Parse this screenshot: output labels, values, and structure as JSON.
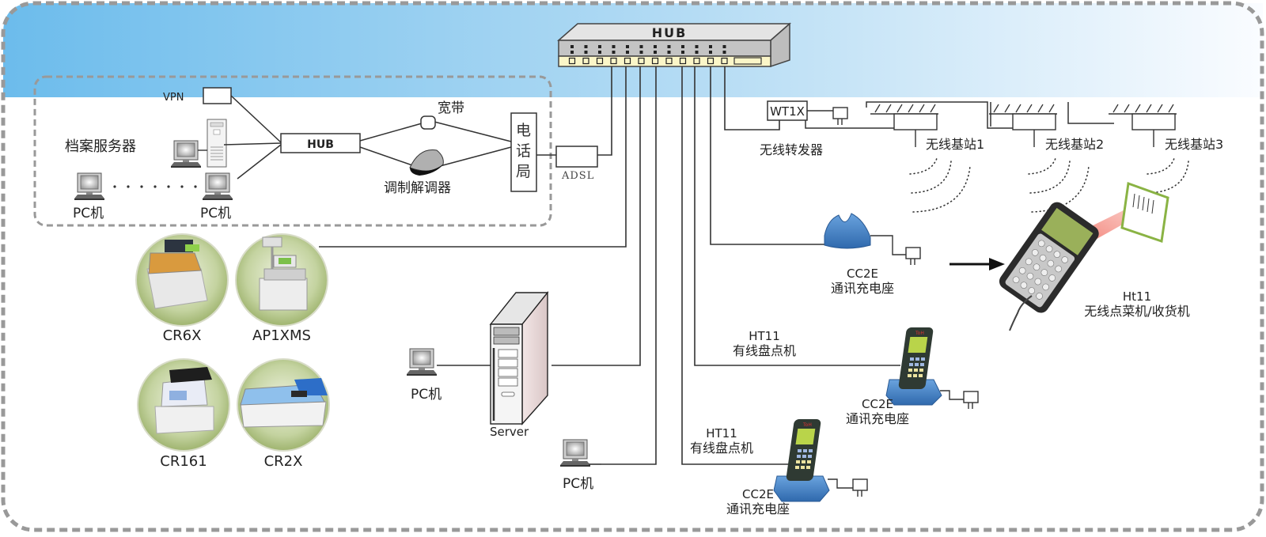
{
  "diagram": {
    "type": "network-topology",
    "colors": {
      "banner_left": "#6cbcec",
      "banner_right": "#f4f9ff",
      "frame_dash": "#999999",
      "line": "#333333",
      "cradle_blue": "#4a86c8",
      "register_bg": "#b8c98e",
      "scan_beam": "#f06b5f"
    },
    "main_hub": {
      "label": "HUB",
      "port_count": 12
    },
    "office_group": {
      "vpn_label": "VPN",
      "hub_label": "HUB",
      "archive_server_label": "档案服务器",
      "pc_left_label": "PC机",
      "pc_right_label": "PC机",
      "broadband_label": "宽带",
      "modem_label": "调制解调器",
      "telecom_label": "电话局",
      "adsl_label": "ADSL"
    },
    "wireless": {
      "repeater_model": "WT1X",
      "repeater_label": "无线转发器",
      "base_stations": [
        {
          "label": "无线基站1"
        },
        {
          "label": "无线基站2"
        },
        {
          "label": "无线基站3"
        }
      ]
    },
    "registers": [
      {
        "label": "CR6X"
      },
      {
        "label": "AP1XMS"
      },
      {
        "label": "CR161"
      },
      {
        "label": "CR2X"
      }
    ],
    "server": {
      "label": "Server",
      "pc_label": "PC机"
    },
    "bottom_pc": {
      "label": "PC机"
    },
    "cradle_top": {
      "model": "CC2E",
      "label": "通讯充电座"
    },
    "wireless_handheld": {
      "model": "Ht11",
      "label": "无线点菜机/收货机"
    },
    "wired_handhelds": [
      {
        "model": "HT11",
        "label": "有线盘点机",
        "cradle_model": "CC2E",
        "cradle_label": "通讯充电座"
      },
      {
        "model": "HT11",
        "label": "有线盘点机",
        "cradle_model": "CC2E",
        "cradle_label": "通讯充电座"
      }
    ]
  }
}
